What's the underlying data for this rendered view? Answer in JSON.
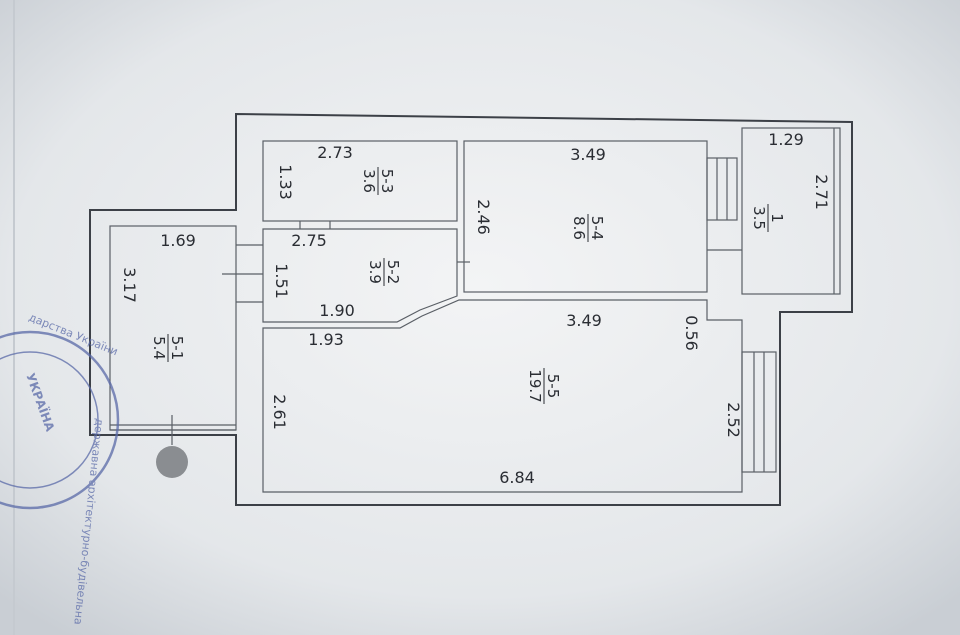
{
  "rooms": {
    "r51": {
      "label": "5-1",
      "area": "5.4"
    },
    "r52": {
      "label": "5-2",
      "area": "3.9"
    },
    "r53": {
      "label": "5-3",
      "area": "3.6"
    },
    "r54": {
      "label": "5-4",
      "area": "8.6"
    },
    "r55": {
      "label": "5-5",
      "area": "19.7"
    },
    "r1": {
      "label": "1",
      "area": "3.5"
    }
  },
  "dimensions": {
    "d273": "2.73",
    "d133": "1.33",
    "d349_top": "3.49",
    "d246": "2.46",
    "d129": "1.29",
    "d271": "2.71",
    "d169": "1.69",
    "d275": "2.75",
    "d151": "1.51",
    "d317": "3.17",
    "d190": "1.90",
    "d193": "1.93",
    "d349_mid": "3.49",
    "d056": "0.56",
    "d261": "2.61",
    "d252": "2.52",
    "d684": "6.84"
  },
  "stamp": {
    "line1": "державна архітектурно-будівельна",
    "line2": "дарства України",
    "line3": "УКРАЇНА"
  },
  "colors": {
    "paper": "#eef0f2",
    "ink": "#2a2d33",
    "stamp": "#5a6aa8"
  }
}
